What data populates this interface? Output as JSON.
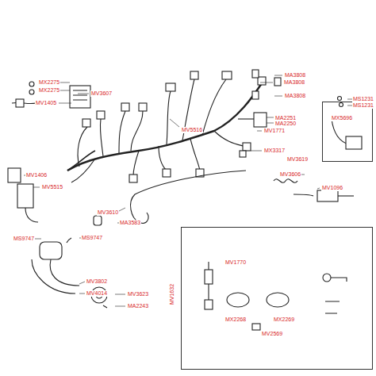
{
  "diagram": {
    "nodes": [
      {
        "text": [
          "MV3619",
          "MX5696"
        ]
      },
      {
        "text": [
          "MV1632",
          "MV1770",
          "MX2268",
          "MX2269",
          "MV2569"
        ]
      }
    ],
    "labels": [
      "MX2275",
      "MX2275",
      "MV1405",
      "MV3607",
      "MV5516",
      "MA3808",
      "MA3808",
      "MA3808",
      "MA2251",
      "MA2250",
      "MV1771",
      "MS1231",
      "MS1231",
      "MX3317",
      "MV1406",
      "MV5515",
      "MV3606",
      "MV1096",
      "MV3610",
      "MA3583",
      "MS9747",
      "MS9747",
      "MV3802",
      "MV4014",
      "MV3623",
      "MA2243"
    ]
  }
}
